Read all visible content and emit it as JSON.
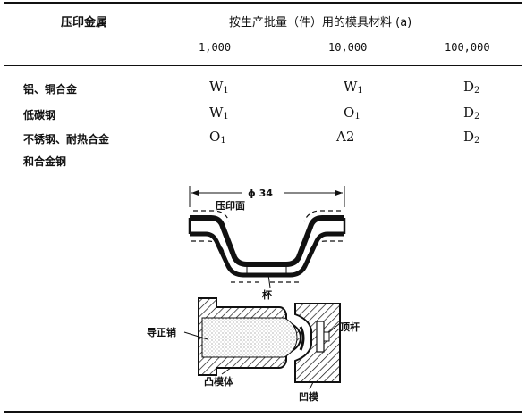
{
  "table": {
    "header_left": "压印金属",
    "header_right": "按生产批量（件）用的模具材料 (a)",
    "quantities": [
      "1,000",
      "10,000",
      "100,000"
    ],
    "rows": [
      {
        "metal": "铝、铜合金",
        "values": [
          {
            "l": "W",
            "s": "1"
          },
          {
            "l": "W",
            "s": "1"
          },
          {
            "l": "D",
            "s": "2"
          }
        ]
      },
      {
        "metal": "低碳钢",
        "values": [
          {
            "l": "W",
            "s": "1"
          },
          {
            "l": "O",
            "s": "1"
          },
          {
            "l": "D",
            "s": "2"
          }
        ]
      },
      {
        "metal": "不锈钢、耐热合金",
        "values": [
          {
            "l": "O",
            "s": "1"
          },
          {
            "l": "A",
            "s": "2"
          },
          {
            "l": "D",
            "s": "2"
          }
        ]
      },
      {
        "metal": "和合金钢",
        "values": []
      }
    ]
  },
  "figure": {
    "dimension": "ϕ 34",
    "label_face": "压印面",
    "label_cup": "杯",
    "label_pilot": "导正销",
    "label_ejector": "顶杆",
    "label_punch": "凸模体",
    "label_die": "凹模"
  }
}
